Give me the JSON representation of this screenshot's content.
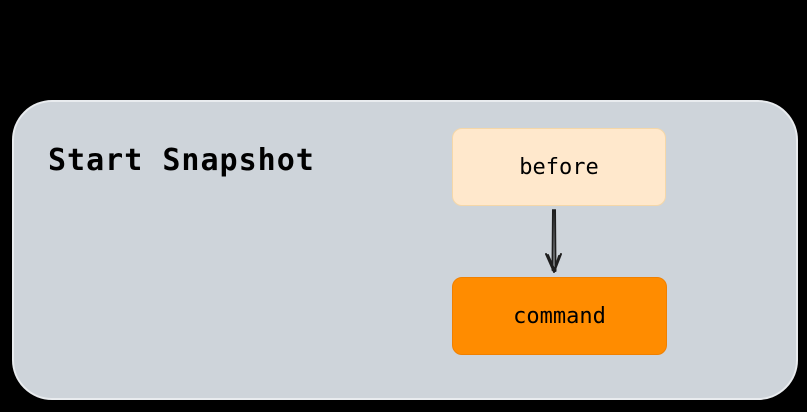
{
  "diagram": {
    "group_title": "Start Snapshot",
    "nodes": [
      {
        "id": "before",
        "label": "before",
        "color": "#ffe8cc"
      },
      {
        "id": "command",
        "label": "command",
        "color": "#ff8c00"
      }
    ],
    "edges": [
      {
        "from": "before",
        "to": "command"
      }
    ],
    "colors": {
      "background": "#000000",
      "group_fill": "#ced4da",
      "group_border": "#e9ecef"
    }
  }
}
